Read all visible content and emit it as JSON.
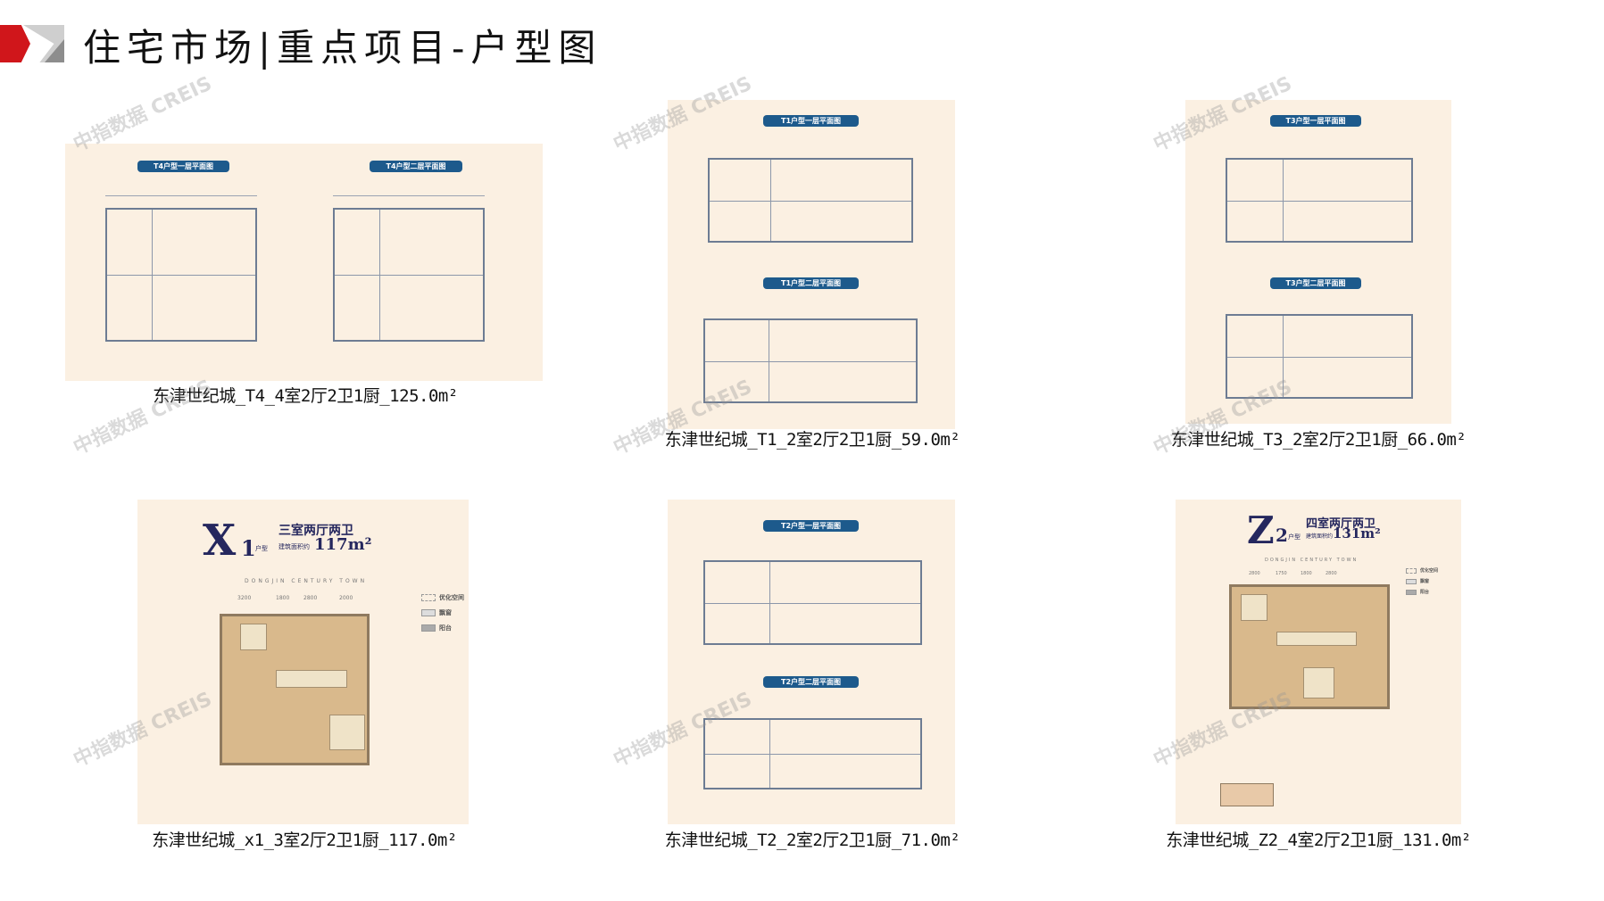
{
  "header": {
    "title": "住宅市场|重点项目-户型图"
  },
  "watermark": "中指数据 CREIS",
  "panels": [
    {
      "caption": "东津世纪城_T4_4室2厅2卫1厨_125.0m²",
      "banners": [
        "T4户型一层平面图",
        "T4户型二层平面图"
      ]
    },
    {
      "caption": "东津世纪城_T1_2室2厅2卫1厨_59.0m²",
      "banners": [
        "T1户型一层平面图",
        "T1户型二层平面图"
      ]
    },
    {
      "caption": "东津世纪城_T3_2室2厅2卫1厨_66.0m²",
      "banners": [
        "T3户型一层平面图",
        "T3户型二层平面图"
      ]
    },
    {
      "caption": "东津世纪城_x1_3室2厅2卫1厨_117.0m²",
      "code": "X",
      "num": "1",
      "type_tag": "户型",
      "rooms": "三室两厅两卫",
      "area_label": "建筑面积约",
      "area": "117m²",
      "subtitle": "DONGJIN CENTURY TOWN",
      "dims": [
        "3200",
        "1800",
        "2800",
        "2000"
      ],
      "legend": [
        "优化空间",
        "飘窗",
        "阳台"
      ]
    },
    {
      "caption": "东津世纪城_T2_2室2厅2卫1厨_71.0m²",
      "banners": [
        "T2户型一层平面图",
        "T2户型二层平面图"
      ]
    },
    {
      "caption": "东津世纪城_Z2_4室2厅2卫1厨_131.0m²",
      "code": "Z",
      "num": "2",
      "type_tag": "户型",
      "rooms": "四室两厅两卫",
      "area_label": "建筑面积约",
      "area": "131m²",
      "subtitle": "DONGJIN CENTURY TOWN",
      "dims": [
        "2800",
        "1750",
        "1800",
        "2800"
      ],
      "legend": [
        "优化空间",
        "飘窗",
        "阳台"
      ]
    }
  ]
}
